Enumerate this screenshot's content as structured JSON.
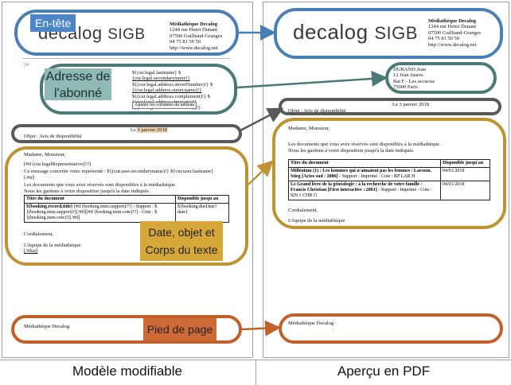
{
  "left": {
    "header": {
      "logo_text": "decalog",
      "logo_sigb": "SIGB",
      "lib_name": "Médiathèque Decalog",
      "addr1": "1244 rue Henri Dunant",
      "addr2": "07500 Guilliand-Granges",
      "phone": "04 75 81 50 50",
      "web": "http://www.decalog.net"
    },
    "address_lines": [
      "${cur.legal.lastname} $",
      "{cur.legal.secondaryname!}",
      "${(cur.legal.address.streetNumber)!} $",
      "{(cur.legal.address.street.name)!}",
      "${(cur.legal.address.complement)!} $",
      "{(cur.legal.address.street.zip)!}",
      "${(cur.legal.address.street.city)!}"
    ],
    "tooltip": "Ajuster les colonnes du tableau",
    "date_prefix": "Le",
    "date_value": "3 janvier 2018",
    "object": "Objet : Avis de disponibilité",
    "body_lines": [
      "Madame, Monsieur,",
      "[#if (cur.legalRepresentative)??]",
      "Ce message concerne votre représenté : ${(cur.user.secondaryname)!} ${cur.user.lastname}",
      "[/#if]",
      "Les documents que vous avez réservés sont disponibles à la médiathèque.",
      "Nous les gardons à votre disposition jusqu'à la date indiquée."
    ],
    "table": {
      "headers": [
        "Titre du document",
        "Disponible jusqu'au"
      ],
      "cell1": [
        "${booking.record.title}",
        "[#if (booking.item.support)??] - Support : $",
        "{(booking.item.support)!}[/#if][#if (booking.item.cote)??] - Cote : $",
        "{(booking.item.cote)!}[/#if]"
      ],
      "cell2": [
        "${booking.dueDate?",
        "date}"
      ]
    },
    "closing": "Cordialement,",
    "signature": "L'équipe de la médiathèque",
    "list_end": "[/#list]",
    "footer_text": "Médiathèque Decalog"
  },
  "right": {
    "header": {
      "logo_text": "decalog",
      "logo_sigb": "SIGB",
      "lib_name": "Médiathèque Decalog",
      "addr1": "1244 rue Henri Dunant",
      "addr2": "07500 Guilliand-Granges",
      "phone": "04 75 81 50 50",
      "web": "http://www.decalog.net"
    },
    "address_lines": [
      "DURAND Jean",
      "12 Jean Jaures",
      "Bat F - Les accacias",
      "75000 Paris"
    ],
    "date": "Le 3 janvier 2018",
    "object": "Objet : Avis de disponibilité",
    "greeting": "Madame, Monsieur,",
    "body1": "Les documents que vous avez réservés sont disponibles à la médiathèque.",
    "body2": "Nous les gardons à votre disposition jusqu'à la date indiquée.",
    "table": {
      "headers": [
        "Titre du document",
        "Disponible jusqu'au"
      ],
      "rows": [
        {
          "title": "Millénium (1) : Les hommes qui n'aimaient pas les femmes / Larsson, Stieg [Actes sud : 2006]",
          "rest": " - Support : Imprimé - Cote : RP LAR H",
          "date": "04/01/2018"
        },
        {
          "title": "Le Grand livre de la généalogie : à la recherche de votre famille / Francis Christian [First interactive : 2001]",
          "rest": " - Support : Imprimé - Cote : 929.1 CHR G",
          "date": "04/01/2018"
        }
      ]
    },
    "closing": "Cordialement,",
    "signature": "L'équipe de la médiathèque",
    "footer_text": "Médiathèque Decalog"
  },
  "labels": {
    "header": "En-tête",
    "address": "Adresse de l'abonné",
    "body": "Date, objet et Corps du texte",
    "footer": "Pied de page"
  },
  "captions": {
    "left": "Modèle modifiable",
    "right": "Aperçu en PDF"
  },
  "colors": {
    "header": "#4a7fb5",
    "address": "#4b7a76",
    "date": "#595959",
    "body": "#bf9232",
    "footer": "#c0602a"
  }
}
